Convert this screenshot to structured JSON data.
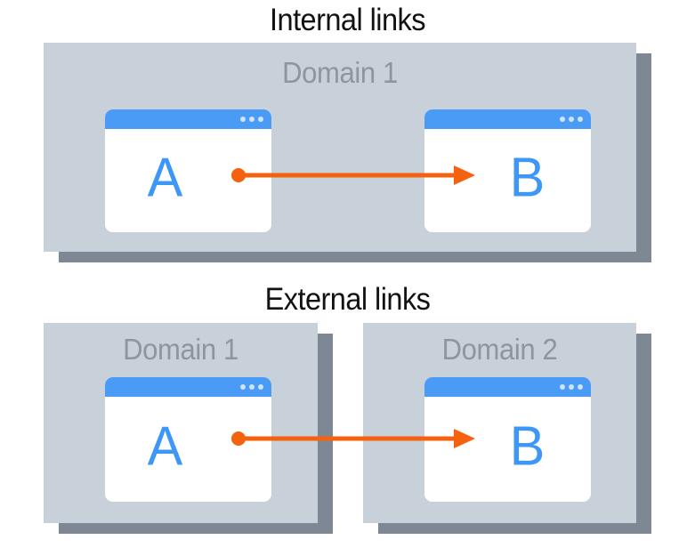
{
  "diagram": {
    "title_internal": "Internal links",
    "title_external": "External links",
    "accent_colors": {
      "panel": "#c8d0da",
      "panel_shadow": "#7d8894",
      "browser_titlebar": "#4a9bf5",
      "letter_blue": "#3d97f7",
      "arrow_orange": "#f4620f",
      "domain_label_gray": "#8d959d",
      "title_black": "#121212",
      "background": "#ffffff"
    }
  },
  "sections": {
    "internal": {
      "heading": "Internal links",
      "panels": [
        {
          "label": "Domain 1",
          "pages": [
            {
              "letter": "A",
              "role": "source"
            },
            {
              "letter": "B",
              "role": "target"
            }
          ]
        }
      ],
      "link": {
        "from": "A",
        "to": "B",
        "kind": "internal",
        "direction": "left-to-right"
      }
    },
    "external": {
      "heading": "External links",
      "panels": [
        {
          "label": "Domain 1",
          "pages": [
            {
              "letter": "A",
              "role": "source"
            }
          ]
        },
        {
          "label": "Domain 2",
          "pages": [
            {
              "letter": "B",
              "role": "target"
            }
          ]
        }
      ],
      "link": {
        "from": "A",
        "to": "B",
        "kind": "external",
        "direction": "left-to-right"
      }
    }
  },
  "browser_chrome": {
    "dot_count": 3,
    "dots_position": "top-right"
  }
}
